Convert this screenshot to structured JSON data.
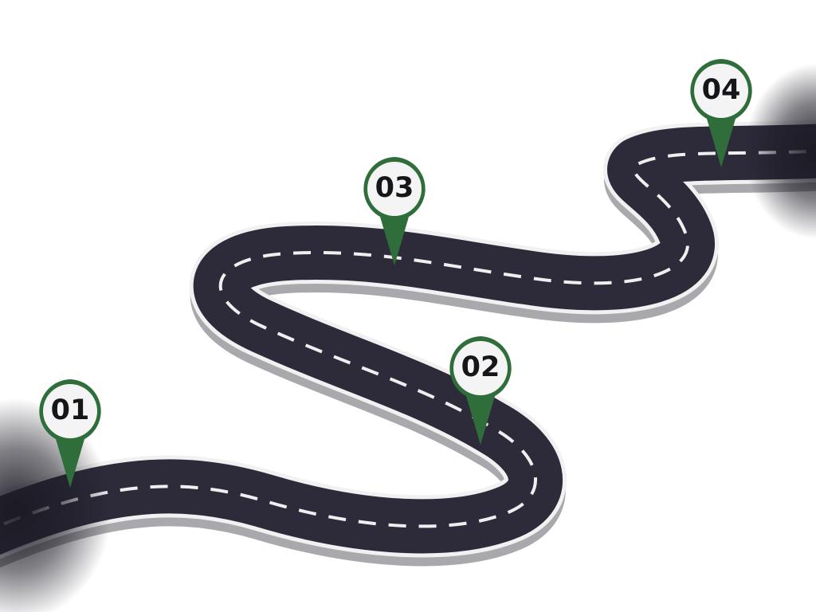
{
  "roadmap": {
    "milestones": [
      {
        "label": "01"
      },
      {
        "label": "02"
      },
      {
        "label": "03"
      },
      {
        "label": "04"
      }
    ]
  },
  "colors": {
    "background": "#ffffff",
    "road": "#2d2b3a",
    "road_edge": "#f1f1f1",
    "road_side": "#a9a9ad",
    "lane_marking": "#efefef",
    "pin": "#2f6e3a",
    "pin_face": "#f4f4f4",
    "label_text": "#15151a"
  },
  "icons": [
    "map-pin-icon"
  ]
}
